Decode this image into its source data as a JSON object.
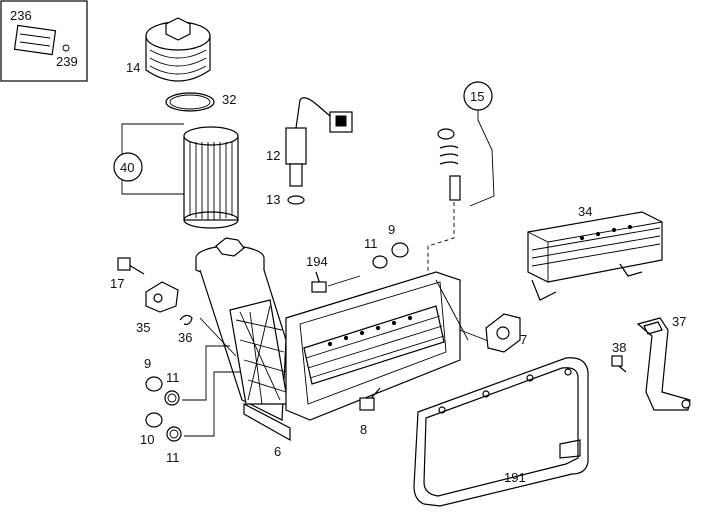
{
  "labels": {
    "p236": "236",
    "p239": "239",
    "p14": "14",
    "p32": "32",
    "p40": "40",
    "p12": "12",
    "p13": "13",
    "p15": "15",
    "p34": "34",
    "p9a": "9",
    "p11a": "11",
    "p194": "194",
    "p17": "17",
    "p35": "35",
    "p36": "36",
    "p7": "7",
    "p37": "37",
    "p38": "38",
    "p9b": "9",
    "p11b": "11",
    "p10": "10",
    "p11c": "11",
    "p6": "6",
    "p8": "8",
    "p191": "191"
  }
}
